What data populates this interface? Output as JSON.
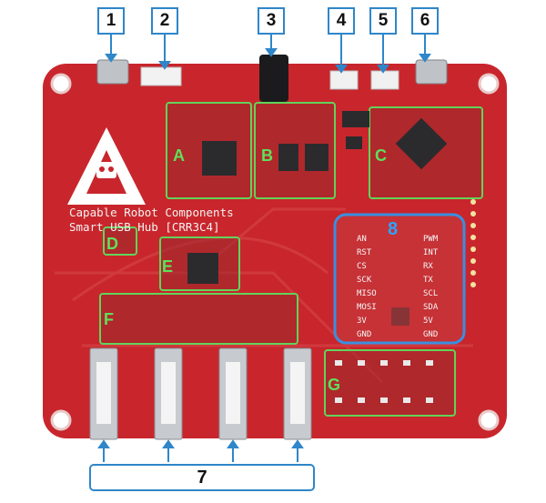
{
  "callouts": [
    "1",
    "2",
    "3",
    "4",
    "5",
    "6"
  ],
  "usb_callout": "7",
  "module_callout": "8",
  "board_title_line1": "Capable Robot Components",
  "board_title_line2": "Smart USB Hub [CRR3C4]",
  "zones": [
    "A",
    "B",
    "C",
    "D",
    "E",
    "F",
    "G"
  ],
  "pins_left": [
    "AN",
    "RST",
    "CS",
    "SCK",
    "MISO",
    "MOSI",
    "3V",
    "GND"
  ],
  "pins_right": [
    "PWM",
    "INT",
    "RX",
    "TX",
    "SCL",
    "SDA",
    "5V",
    "GND"
  ],
  "colors": {
    "board": "#c8262c",
    "callout_border": "#2f86c9",
    "zone": "#62d35a",
    "module": "#3a8fe0"
  }
}
